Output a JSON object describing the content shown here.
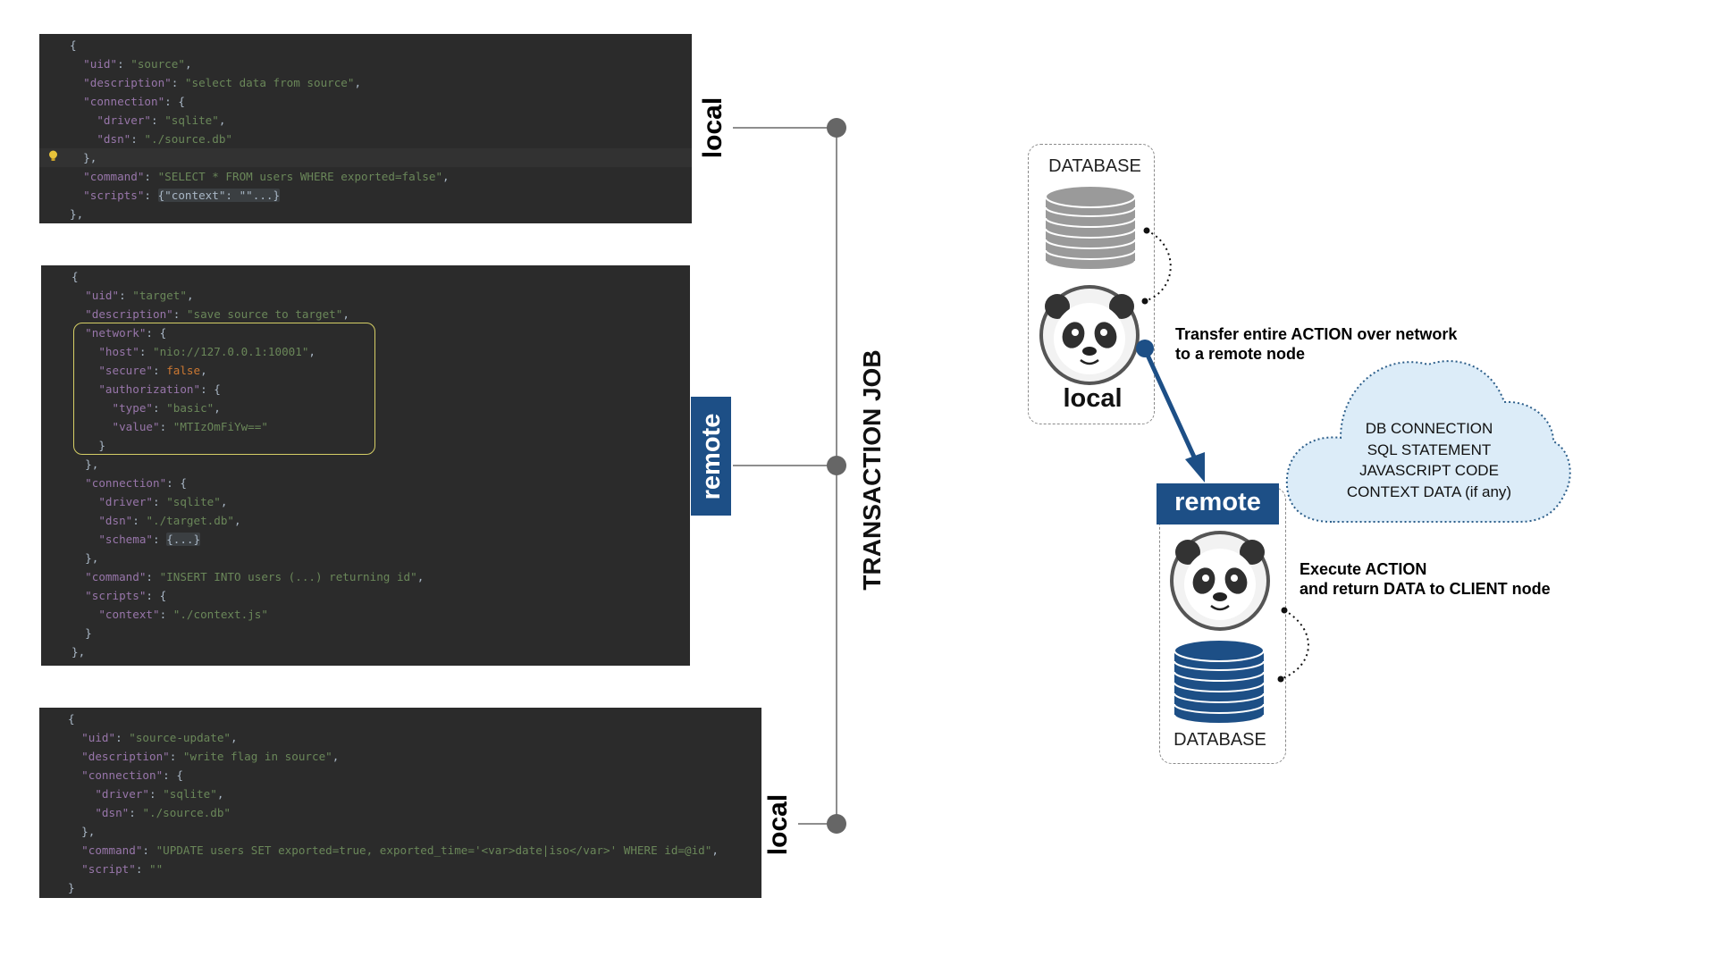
{
  "block_source": {
    "lines": [
      [
        [
          "p",
          "{"
        ]
      ],
      [
        [
          "p",
          "  "
        ],
        [
          "k",
          "\"uid\""
        ],
        [
          "p",
          ": "
        ],
        [
          "s",
          "\"source\""
        ],
        [
          "p",
          ","
        ]
      ],
      [
        [
          "p",
          "  "
        ],
        [
          "k",
          "\"description\""
        ],
        [
          "p",
          ": "
        ],
        [
          "s",
          "\"select data from source\""
        ],
        [
          "p",
          ","
        ]
      ],
      [
        [
          "p",
          "  "
        ],
        [
          "k",
          "\"connection\""
        ],
        [
          "p",
          ": {"
        ]
      ],
      [
        [
          "p",
          "    "
        ],
        [
          "k",
          "\"driver\""
        ],
        [
          "p",
          ": "
        ],
        [
          "s",
          "\"sqlite\""
        ],
        [
          "p",
          ","
        ]
      ],
      [
        [
          "p",
          "    "
        ],
        [
          "k",
          "\"dsn\""
        ],
        [
          "p",
          ": "
        ],
        [
          "s",
          "\"./source.db\""
        ]
      ],
      [
        [
          "p",
          "  },"
        ]
      ],
      [
        [
          "p",
          "  "
        ],
        [
          "k",
          "\"command\""
        ],
        [
          "p",
          ": "
        ],
        [
          "s",
          "\"SELECT * FROM users WHERE exported=false\""
        ],
        [
          "p",
          ","
        ]
      ],
      [
        [
          "p",
          "  "
        ],
        [
          "k",
          "\"scripts\""
        ],
        [
          "p",
          ": "
        ],
        [
          "f",
          "{\"context\": \"\"...}"
        ]
      ],
      [
        [
          "p",
          "},"
        ]
      ]
    ]
  },
  "block_target": {
    "lines": [
      [
        [
          "p",
          "{"
        ]
      ],
      [
        [
          "p",
          "  "
        ],
        [
          "k",
          "\"uid\""
        ],
        [
          "p",
          ": "
        ],
        [
          "s",
          "\"target\""
        ],
        [
          "p",
          ","
        ]
      ],
      [
        [
          "p",
          "  "
        ],
        [
          "k",
          "\"description\""
        ],
        [
          "p",
          ": "
        ],
        [
          "s",
          "\"save source to target\""
        ],
        [
          "p",
          ","
        ]
      ],
      [
        [
          "p",
          "  "
        ],
        [
          "k",
          "\"network\""
        ],
        [
          "p",
          ": {"
        ]
      ],
      [
        [
          "p",
          "    "
        ],
        [
          "k",
          "\"host\""
        ],
        [
          "p",
          ": "
        ],
        [
          "s",
          "\"nio://127.0.0.1:10001\""
        ],
        [
          "p",
          ","
        ]
      ],
      [
        [
          "p",
          "    "
        ],
        [
          "k",
          "\"secure\""
        ],
        [
          "p",
          ": "
        ],
        [
          "b",
          "false"
        ],
        [
          "p",
          ","
        ]
      ],
      [
        [
          "p",
          "    "
        ],
        [
          "k",
          "\"authorization\""
        ],
        [
          "p",
          ": {"
        ]
      ],
      [
        [
          "p",
          "      "
        ],
        [
          "k",
          "\"type\""
        ],
        [
          "p",
          ": "
        ],
        [
          "s",
          "\"basic\""
        ],
        [
          "p",
          ","
        ]
      ],
      [
        [
          "p",
          "      "
        ],
        [
          "k",
          "\"value\""
        ],
        [
          "p",
          ": "
        ],
        [
          "s",
          "\"MTIzOmFiYw==\""
        ]
      ],
      [
        [
          "p",
          "    }"
        ]
      ],
      [
        [
          "p",
          "  },"
        ]
      ],
      [
        [
          "p",
          "  "
        ],
        [
          "k",
          "\"connection\""
        ],
        [
          "p",
          ": {"
        ]
      ],
      [
        [
          "p",
          "    "
        ],
        [
          "k",
          "\"driver\""
        ],
        [
          "p",
          ": "
        ],
        [
          "s",
          "\"sqlite\""
        ],
        [
          "p",
          ","
        ]
      ],
      [
        [
          "p",
          "    "
        ],
        [
          "k",
          "\"dsn\""
        ],
        [
          "p",
          ": "
        ],
        [
          "s",
          "\"./target.db\""
        ],
        [
          "p",
          ","
        ]
      ],
      [
        [
          "p",
          "    "
        ],
        [
          "k",
          "\"schema\""
        ],
        [
          "p",
          ": "
        ],
        [
          "f",
          "{...}"
        ]
      ],
      [
        [
          "p",
          "  },"
        ]
      ],
      [
        [
          "p",
          "  "
        ],
        [
          "k",
          "\"command\""
        ],
        [
          "p",
          ": "
        ],
        [
          "s",
          "\"INSERT INTO users (...) returning id\""
        ],
        [
          "p",
          ","
        ]
      ],
      [
        [
          "p",
          "  "
        ],
        [
          "k",
          "\"scripts\""
        ],
        [
          "p",
          ": {"
        ]
      ],
      [
        [
          "p",
          "    "
        ],
        [
          "k",
          "\"context\""
        ],
        [
          "p",
          ": "
        ],
        [
          "s",
          "\"./context.js\""
        ]
      ],
      [
        [
          "p",
          "  }"
        ]
      ],
      [
        [
          "p",
          "},"
        ]
      ]
    ]
  },
  "block_update": {
    "lines": [
      [
        [
          "p",
          "{"
        ]
      ],
      [
        [
          "p",
          "  "
        ],
        [
          "k",
          "\"uid\""
        ],
        [
          "p",
          ": "
        ],
        [
          "s",
          "\"source-update\""
        ],
        [
          "p",
          ","
        ]
      ],
      [
        [
          "p",
          "  "
        ],
        [
          "k",
          "\"description\""
        ],
        [
          "p",
          ": "
        ],
        [
          "s",
          "\"write flag in source\""
        ],
        [
          "p",
          ","
        ]
      ],
      [
        [
          "p",
          "  "
        ],
        [
          "k",
          "\"connection\""
        ],
        [
          "p",
          ": {"
        ]
      ],
      [
        [
          "p",
          "    "
        ],
        [
          "k",
          "\"driver\""
        ],
        [
          "p",
          ": "
        ],
        [
          "s",
          "\"sqlite\""
        ],
        [
          "p",
          ","
        ]
      ],
      [
        [
          "p",
          "    "
        ],
        [
          "k",
          "\"dsn\""
        ],
        [
          "p",
          ": "
        ],
        [
          "s",
          "\"./source.db\""
        ]
      ],
      [
        [
          "p",
          "  },"
        ]
      ],
      [
        [
          "p",
          "  "
        ],
        [
          "k",
          "\"command\""
        ],
        [
          "p",
          ": "
        ],
        [
          "s",
          "\"UPDATE users SET exported=true, exported_time='<var>date|iso</var>' WHERE id=@id\""
        ],
        [
          "p",
          ","
        ]
      ],
      [
        [
          "p",
          "  "
        ],
        [
          "k",
          "\"script\""
        ],
        [
          "p",
          ": "
        ],
        [
          "s",
          "\"\""
        ]
      ],
      [
        [
          "p",
          "}"
        ]
      ]
    ]
  },
  "timeline": {
    "title": "TRANSACTION JOB",
    "label_local_top": "local",
    "label_remote": "remote",
    "label_local_bottom": "local"
  },
  "diagram": {
    "local_db_label": "DATABASE",
    "local_node_label": "local",
    "transfer_text_1": "Transfer entire ACTION over network",
    "transfer_text_2": "to a remote node",
    "cloud_lines": [
      "DB CONNECTION",
      "SQL STATEMENT",
      "JAVASCRIPT CODE",
      "CONTEXT DATA (if any)"
    ],
    "remote_node_label": "remote",
    "execute_text_1": "Execute ACTION",
    "execute_text_2": "and return DATA to CLIENT node",
    "remote_db_label": "DATABASE"
  },
  "colors": {
    "editor_bg": "#2b2b2b",
    "json_key": "#9876aa",
    "json_string": "#6a8759",
    "json_keyword": "#cc7832",
    "remote_blue": "#1d4f86",
    "local_db_gray": "#9a9a9a",
    "cloud_fill": "#dcecf8",
    "network_highlight": "#d6cf66"
  },
  "icons": [
    "panda-icon",
    "database-icon",
    "cloud-icon",
    "lightbulb-icon"
  ]
}
